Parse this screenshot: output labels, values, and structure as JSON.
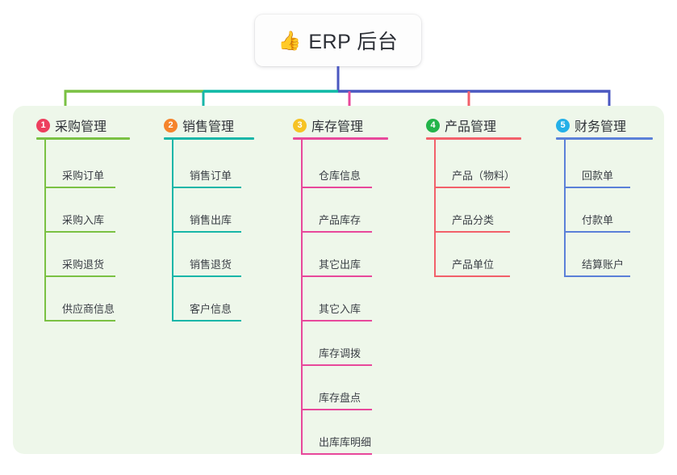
{
  "root": {
    "emoji": "👍",
    "emoji_name": "thumbs-up-icon",
    "title": "ERP 后台"
  },
  "palette": {
    "panel_bg": "#eef7ea",
    "card_bg": "#fdfdfd",
    "text": "#2f3238",
    "stem_blue": "#4a57c0",
    "bar_green": "#7ac143",
    "bar_teal": "#0fb9a6",
    "bar_blue": "#4a57c0"
  },
  "columns": [
    {
      "index": "1",
      "title": "采购管理",
      "badge_color": "#ed3f5e",
      "line_color": "#7ac143",
      "drop_color": "#7ac143",
      "items": [
        "采购订单",
        "采购入库",
        "采购退货",
        "供应商信息"
      ]
    },
    {
      "index": "2",
      "title": "销售管理",
      "badge_color": "#f5842c",
      "line_color": "#18b6a8",
      "drop_color": "#18b6a8",
      "items": [
        "销售订单",
        "销售出库",
        "销售退货",
        "客户信息"
      ]
    },
    {
      "index": "3",
      "title": "库存管理",
      "badge_color": "#f6c324",
      "line_color": "#e8489b",
      "drop_color": "#e8489b",
      "items": [
        "仓库信息",
        "产品库存",
        "其它出库",
        "其它入库",
        "库存调拨",
        "库存盘点",
        "出库库明细"
      ]
    },
    {
      "index": "4",
      "title": "产品管理",
      "badge_color": "#23b44a",
      "line_color": "#f2606a",
      "drop_color": "#f2606a",
      "items": [
        "产品（物料）",
        "产品分类",
        "产品单位"
      ]
    },
    {
      "index": "5",
      "title": "财务管理",
      "badge_color": "#24b0e8",
      "line_color": "#5b80d8",
      "drop_color": "#4a57c0",
      "items": [
        "回款单",
        "付款单",
        "结算账户"
      ]
    }
  ]
}
